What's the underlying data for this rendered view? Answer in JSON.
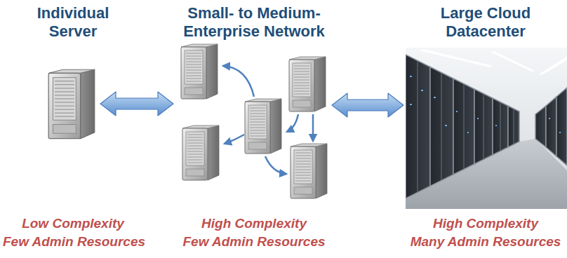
{
  "diagram": {
    "nodes": [
      {
        "text": [
          "Individual Server",
          "Low Complexity",
          "Few Admin Resources"
        ]
      },
      {
        "text": [
          "Small- to Medium- Enterprise Network",
          "High Complexity",
          "Few Admin Resources"
        ]
      },
      {
        "text": [
          "Large Cloud Datacenter",
          "High Complexity",
          "Many Admin Resources"
        ]
      }
    ],
    "edges": [
      {
        "from": 0,
        "to": 1,
        "arrow": "both"
      },
      {
        "from": 1,
        "to": 2,
        "arrow": "both"
      }
    ]
  }
}
